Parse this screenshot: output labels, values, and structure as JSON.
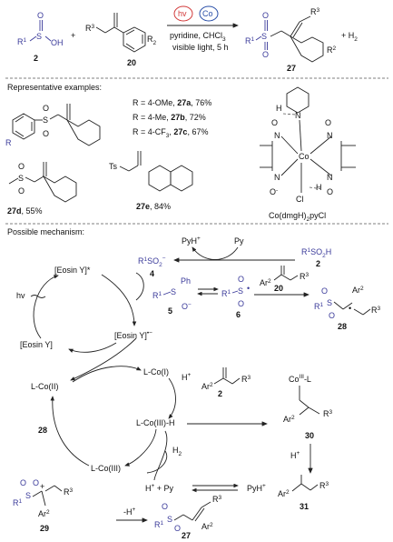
{
  "scheme": {
    "reactant1_label": "2",
    "reactant2_label": "20",
    "product_label": "27",
    "h2_text": "+ H",
    "h2_sub": "2",
    "hv": "hv",
    "co": "Co",
    "conditions_line1": "pyridine, CHCl",
    "conditions_line1_sub": "3",
    "conditions_line2": "visible light, 5 h",
    "R1": "R",
    "R2": "R",
    "R3": "R"
  },
  "examples": {
    "title": "Representative examples:",
    "yield_a": ", 76%",
    "yield_b": ", 72%",
    "yield_c": ", 67%",
    "r_a": "R = 4-OMe, ",
    "r_b": "R = 4-Me, ",
    "r_c": "R = 4-CF",
    "r_c_sub": "3",
    "r_c2": ", ",
    "c27a": "27a",
    "c27b": "27b",
    "c27c": "27c",
    "c27d": "27d",
    "c27d_yield": ", 55%",
    "c27e": "27e",
    "c27e_yield": ", 84%",
    "ts": "Ts",
    "catalyst_name": "Co(dmgH)",
    "catalyst_sub": "2",
    "catalyst_name2": "pyCl"
  },
  "mechanism": {
    "title": "Possible mechanism:",
    "pyh": "PyH",
    "py": "Py",
    "r1so2h": "R",
    "r1so2h_rest": "SO",
    "r1so2h_h": "H",
    "c2": "2",
    "r1so2": "R",
    "r1so2_rest": "SO",
    "c4": "4",
    "eosin_star": "[Eosin Y]*",
    "eosin": "[Eosin Y]",
    "eosin_minus": "[Eosin Y]",
    "hv": "hv",
    "c5": "5",
    "c6": "6",
    "c20": "20",
    "c28": "28",
    "ph": "Ph",
    "lco1": "L-Co(I)",
    "lco2": "L-Co(II)",
    "lco3h": "L-Co(III)-H",
    "lco3": "L-Co(III)",
    "hplus": "H",
    "h2": "H",
    "hpy": "H",
    "hpy_plus": " + Py",
    "pyh2": "PyH",
    "c30": "30",
    "c31": "31",
    "c29": "29",
    "c27": "27",
    "co3l": "Co",
    "co3l_sup": "III",
    "co3l_rest": "-L",
    "minus_h": "-H",
    "ar2": "Ar",
    "r3": "R"
  }
}
